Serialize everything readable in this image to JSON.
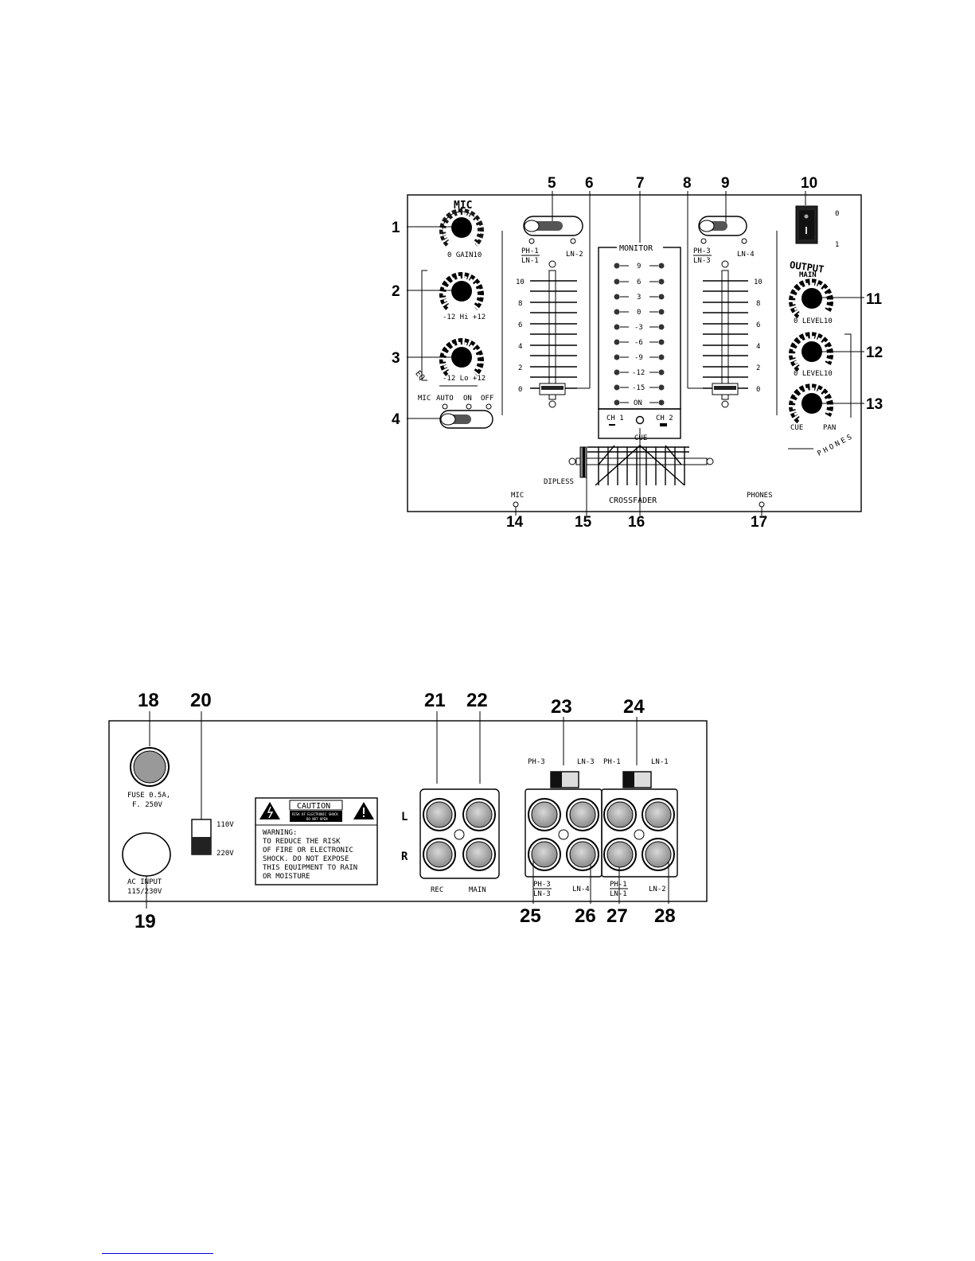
{
  "front": {
    "callouts": [
      "1",
      "2",
      "3",
      "4",
      "5",
      "6",
      "7",
      "8",
      "9",
      "10",
      "11",
      "12",
      "13",
      "14",
      "15",
      "16",
      "17"
    ],
    "mic_title": "MIC",
    "gain_label": "0 GAIN10",
    "hi_label": "-12 Hi +12",
    "lo_label": "-12 Lo +12",
    "eq_label": "EQ",
    "mic_mode": {
      "mic": "MIC",
      "auto": "AUTO",
      "on": "ON",
      "off": "OFF"
    },
    "ch1_sel": {
      "a": "PH-1",
      "b": "LN-1",
      "c": "LN-2"
    },
    "ch2_sel": {
      "a": "PH-3",
      "b": "LN-3",
      "c": "LN-4"
    },
    "fader_scale": [
      "10",
      "8",
      "6",
      "4",
      "2",
      "0"
    ],
    "monitor_title": "MONITOR",
    "monitor_levels": [
      "9",
      "6",
      "3",
      "0",
      "-3",
      "-6",
      "-9",
      "-12",
      "-15",
      "ON"
    ],
    "cue": {
      "ch1": "CH 1",
      "ch2": "CH 2",
      "cue": "CUE"
    },
    "dipless": "DIPLESS",
    "crossfader": "CROSSFADER",
    "mic_jack": "MIC",
    "phones_jack": "PHONES",
    "power": {
      "off": "0",
      "on": "1"
    },
    "output_title": "OUTPUT",
    "main_title": "MAIN",
    "main_level": "0 LEVEL10",
    "phones_level": "0 LEVEL10",
    "cue_label": "CUE",
    "pan_label": "PAN",
    "phones_title": "PHONES"
  },
  "rear": {
    "callouts": [
      "18",
      "20",
      "21",
      "22",
      "23",
      "24",
      "19",
      "25",
      "26",
      "27",
      "28"
    ],
    "fuse": {
      "line1": "FUSE 0.5A,",
      "line2": "F. 250V"
    },
    "ac": {
      "line1": "AC INPUT",
      "line2": "115/230V"
    },
    "voltage": {
      "v110": "110V",
      "v220": "220V"
    },
    "caution": {
      "title": "CAUTION",
      "sub1": "RISK OF ELECTRONIC SHOCK",
      "sub2": "DO NOT OPEN",
      "lines": [
        "WARNING:",
        "TO REDUCE THE RISK",
        "OF FIRE OR ELECTRONIC",
        "SHOCK. DO NOT EXPOSE",
        "THIS EQUIPMENT TO RAIN",
        "OR MOISTURE"
      ]
    },
    "lr": {
      "l": "L",
      "r": "R"
    },
    "rec": "REC",
    "main": "MAIN",
    "sw23": {
      "left": "PH-3",
      "right": "LN-3"
    },
    "sw24": {
      "left": "PH-1",
      "right": "LN-1"
    },
    "in34": {
      "a": "PH-3",
      "b": "LN-3",
      "c": "LN-4"
    },
    "in12": {
      "a": "PH-1",
      "b": "LN-1",
      "c": "LN-2"
    }
  }
}
